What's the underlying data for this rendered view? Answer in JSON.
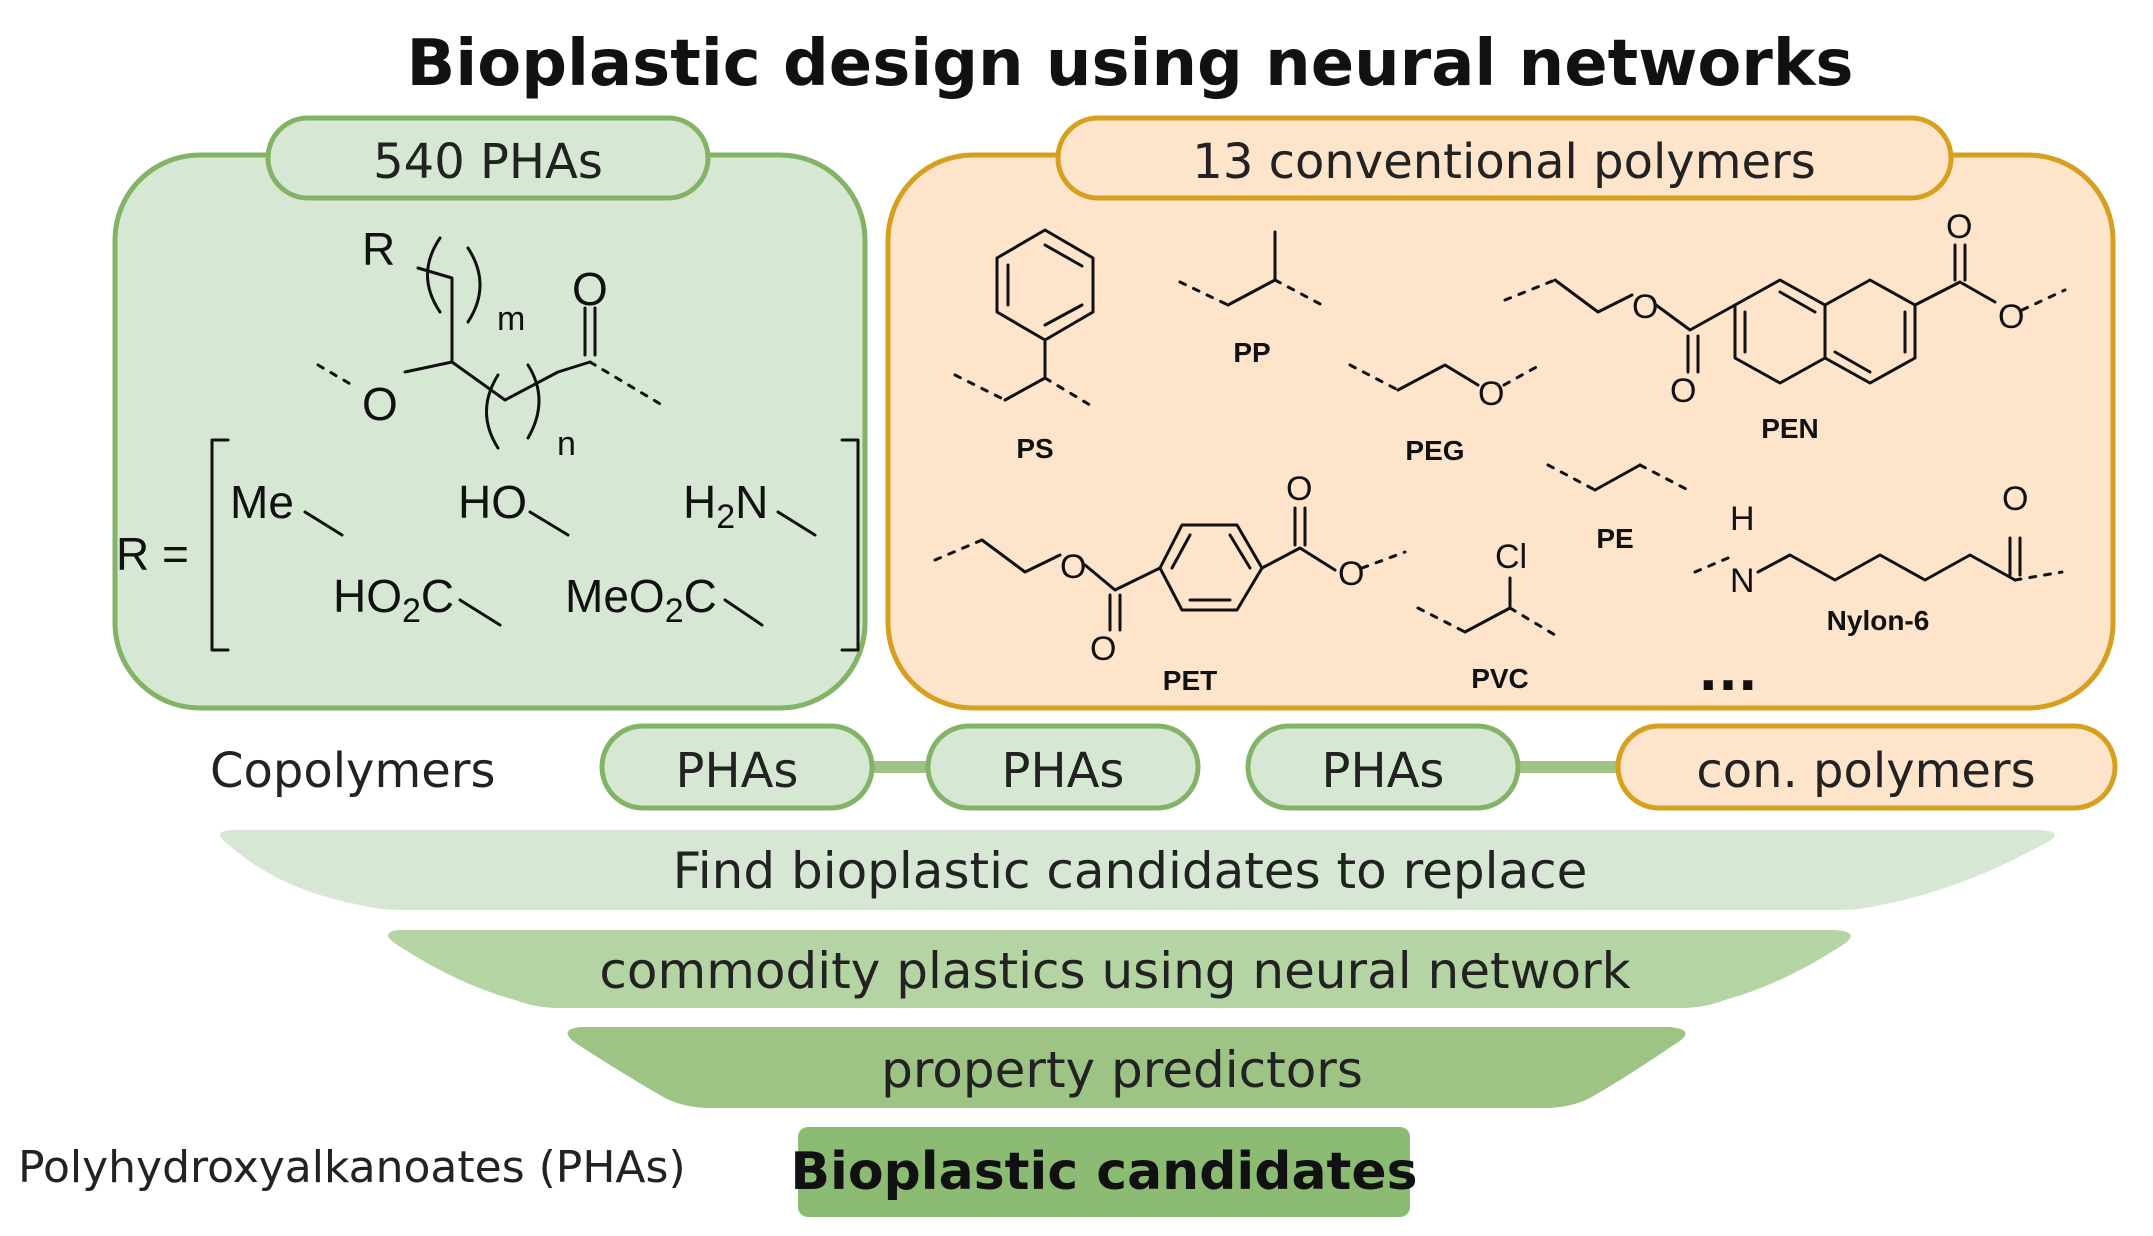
{
  "title": "Bioplastic design using neural networks",
  "pha_panel": {
    "label": "540 PHAs",
    "structure_text": {
      "r": "R",
      "m": "m",
      "n": "n",
      "o_carbonyl": "O",
      "o_ester": "O"
    },
    "r_equals": "R =",
    "substituents": {
      "me": "Me",
      "ho": "HO",
      "h2n_h": "H",
      "h2n_2": "2",
      "h2n_n": "N",
      "ho2c_ho": "HO",
      "ho2c_2": "2",
      "ho2c_c": "C",
      "meo2c_meo": "MeO",
      "meo2c_2": "2",
      "meo2c_c": "C"
    }
  },
  "conv_panel": {
    "label": "13 conventional polymers",
    "polymers": {
      "ps": "PS",
      "pp": "PP",
      "peg": "PEG",
      "pen": "PEN",
      "pe": "PE",
      "pet": "PET",
      "pvc": "PVC",
      "nylon6": "Nylon-6"
    },
    "atoms": {
      "o": "O",
      "cl": "Cl",
      "h": "H",
      "n": "N"
    },
    "ellipsis": "..."
  },
  "copolymers": {
    "label": "Copolymers",
    "pill_1": "PHAs",
    "pill_2": "PHAs",
    "pill_3": "PHAs",
    "pill_4": "con. polymers"
  },
  "funnel": {
    "level_1": "Find bioplastic candidates to replace",
    "level_2": "commodity plastics using neural network",
    "level_3": "property predictors",
    "output": "Bioplastic candidates"
  },
  "footnote": "Polyhydroxyalkanoates (PHAs)",
  "colors": {
    "pha_fill": "#d6e8d4",
    "pha_stroke": "#82b366",
    "conv_fill": "#fde4cb",
    "conv_stroke": "#d6a01e",
    "funnel_1": "#d6e8d4",
    "funnel_2": "#b5d4a3",
    "funnel_3": "#9dc485",
    "output": "#8cbc73"
  }
}
